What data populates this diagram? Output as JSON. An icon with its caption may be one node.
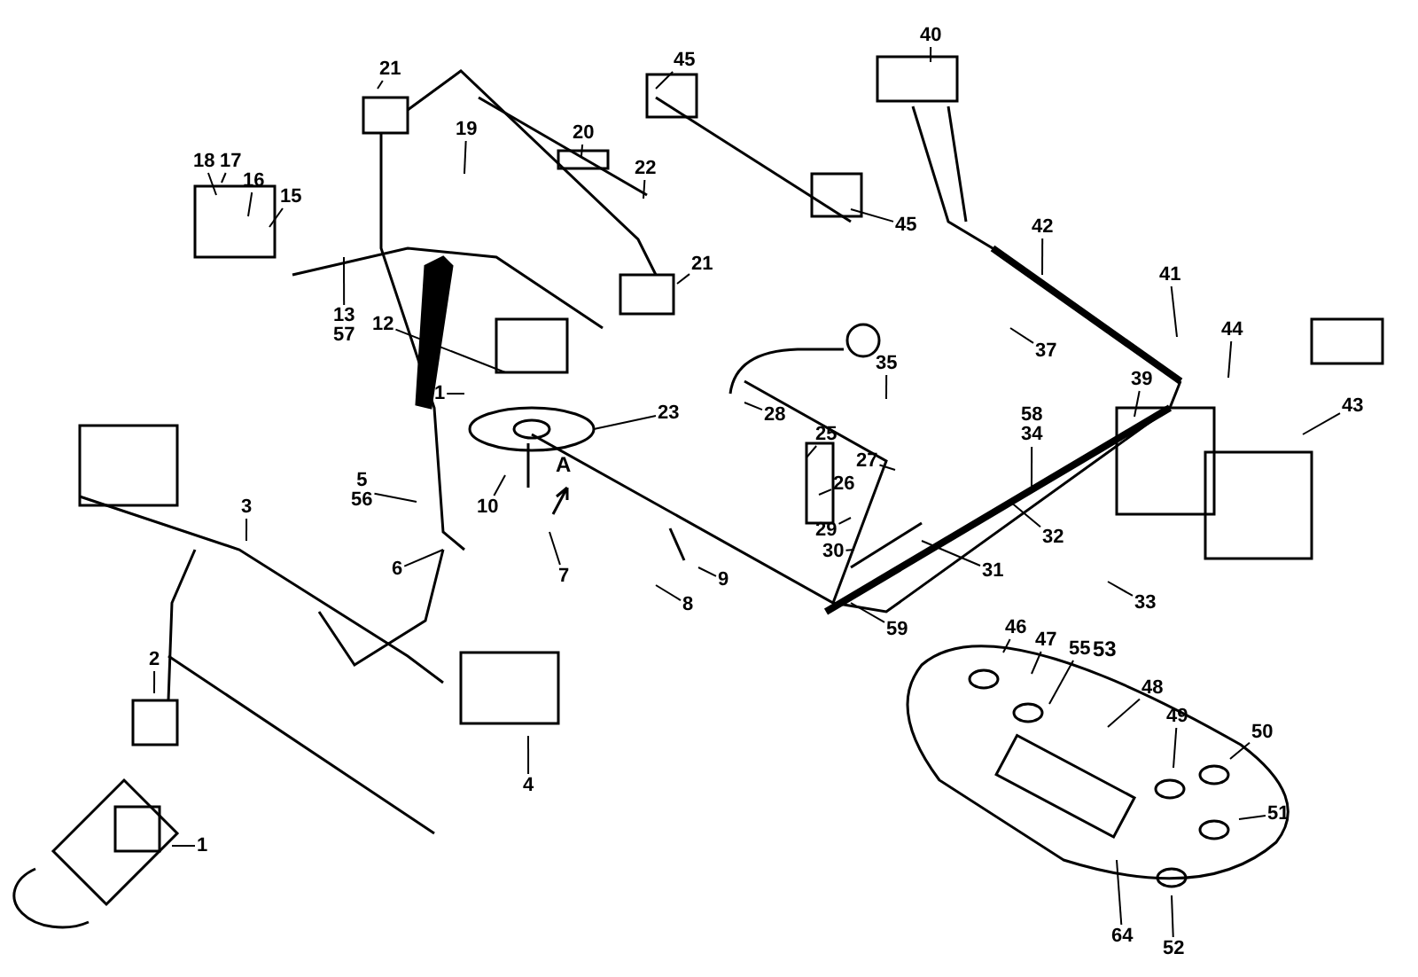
{
  "diagram": {
    "nodes": [
      {
        "text": [
          "21"
        ]
      },
      {
        "text": [
          "19"
        ]
      },
      {
        "text": [
          "20"
        ]
      },
      {
        "text": [
          "45"
        ]
      },
      {
        "text": [
          "40"
        ]
      },
      {
        "text": [
          "18"
        ]
      },
      {
        "text": [
          "17"
        ]
      },
      {
        "text": [
          "16"
        ]
      },
      {
        "text": [
          "15"
        ]
      },
      {
        "text": [
          "22"
        ]
      },
      {
        "text": [
          "45"
        ]
      },
      {
        "text": [
          "21"
        ]
      },
      {
        "text": [
          "42"
        ]
      },
      {
        "text": [
          "13",
          "57"
        ]
      },
      {
        "text": [
          "12"
        ]
      },
      {
        "text": [
          "1"
        ]
      },
      {
        "text": [
          "41"
        ]
      },
      {
        "text": [
          "44"
        ]
      },
      {
        "text": [
          "37"
        ]
      },
      {
        "text": [
          "35"
        ]
      },
      {
        "text": [
          "28"
        ]
      },
      {
        "text": [
          "23"
        ]
      },
      {
        "text": [
          "39"
        ]
      },
      {
        "text": [
          "43"
        ]
      },
      {
        "text": [
          "58",
          "34"
        ]
      },
      {
        "text": [
          "25"
        ]
      },
      {
        "text": [
          "26"
        ]
      },
      {
        "text": [
          "27"
        ]
      },
      {
        "text": [
          "5",
          "56"
        ]
      },
      {
        "text": [
          "10"
        ]
      },
      {
        "text": [
          "29"
        ]
      },
      {
        "text": [
          "30"
        ]
      },
      {
        "text": [
          "31"
        ]
      },
      {
        "text": [
          "32"
        ]
      },
      {
        "text": [
          "6"
        ]
      },
      {
        "text": [
          "7"
        ]
      },
      {
        "text": [
          "9"
        ]
      },
      {
        "text": [
          "8"
        ]
      },
      {
        "text": [
          "3"
        ]
      },
      {
        "text": [
          "33"
        ]
      },
      {
        "text": [
          "59"
        ]
      },
      {
        "text": [
          "2"
        ]
      },
      {
        "text": [
          "4"
        ]
      },
      {
        "text": [
          "46"
        ]
      },
      {
        "text": [
          "47"
        ]
      },
      {
        "text": [
          "55"
        ]
      },
      {
        "text": [
          "48"
        ]
      },
      {
        "text": [
          "49"
        ]
      },
      {
        "text": [
          "50"
        ]
      },
      {
        "text": [
          "51"
        ]
      },
      {
        "text": [
          "1"
        ]
      },
      {
        "text": [
          "64"
        ]
      },
      {
        "text": [
          "52"
        ]
      }
    ],
    "edges": [
      {
        "from": 0,
        "to": null,
        "arrow": "none"
      },
      {
        "from": 1,
        "to": null,
        "arrow": "none"
      },
      {
        "from": 2,
        "to": null,
        "arrow": "none"
      },
      {
        "from": 3,
        "to": null,
        "arrow": "none"
      },
      {
        "from": 4,
        "to": null,
        "arrow": "none"
      },
      {
        "from": 5,
        "to": null,
        "arrow": "none"
      },
      {
        "from": 6,
        "to": null,
        "arrow": "none"
      },
      {
        "from": 7,
        "to": null,
        "arrow": "none"
      },
      {
        "from": 8,
        "to": null,
        "arrow": "none"
      },
      {
        "from": 9,
        "to": null,
        "arrow": "none"
      },
      {
        "from": 10,
        "to": null,
        "arrow": "none"
      },
      {
        "from": 11,
        "to": null,
        "arrow": "none"
      },
      {
        "from": 12,
        "to": null,
        "arrow": "none"
      },
      {
        "from": 13,
        "to": null,
        "arrow": "none"
      },
      {
        "from": 14,
        "to": null,
        "arrow": "none"
      },
      {
        "from": 15,
        "to": null,
        "arrow": "none"
      },
      {
        "from": 16,
        "to": null,
        "arrow": "none"
      },
      {
        "from": 17,
        "to": null,
        "arrow": "none"
      },
      {
        "from": 18,
        "to": null,
        "arrow": "none"
      },
      {
        "from": 19,
        "to": null,
        "arrow": "none"
      },
      {
        "from": 20,
        "to": null,
        "arrow": "none"
      },
      {
        "from": 21,
        "to": null,
        "arrow": "none"
      },
      {
        "from": 22,
        "to": null,
        "arrow": "none"
      },
      {
        "from": 23,
        "to": null,
        "arrow": "none"
      },
      {
        "from": 24,
        "to": null,
        "arrow": "none"
      },
      {
        "from": 25,
        "to": null,
        "arrow": "none"
      },
      {
        "from": 26,
        "to": null,
        "arrow": "none"
      },
      {
        "from": 27,
        "to": null,
        "arrow": "none"
      },
      {
        "from": 28,
        "to": null,
        "arrow": "none"
      },
      {
        "from": 29,
        "to": null,
        "arrow": "none"
      },
      {
        "from": 30,
        "to": null,
        "arrow": "none"
      },
      {
        "from": 31,
        "to": null,
        "arrow": "none"
      },
      {
        "from": 32,
        "to": null,
        "arrow": "none"
      },
      {
        "from": 33,
        "to": null,
        "arrow": "none"
      },
      {
        "from": 34,
        "to": null,
        "arrow": "none"
      },
      {
        "from": 35,
        "to": null,
        "arrow": "none"
      },
      {
        "from": 36,
        "to": null,
        "arrow": "none"
      },
      {
        "from": 37,
        "to": null,
        "arrow": "none"
      },
      {
        "from": 38,
        "to": null,
        "arrow": "none"
      },
      {
        "from": 39,
        "to": null,
        "arrow": "none"
      },
      {
        "from": 40,
        "to": null,
        "arrow": "none"
      },
      {
        "from": 41,
        "to": null,
        "arrow": "none"
      },
      {
        "from": 42,
        "to": null,
        "arrow": "none"
      },
      {
        "from": 43,
        "to": null,
        "arrow": "none"
      },
      {
        "from": 44,
        "to": null,
        "arrow": "none"
      },
      {
        "from": 45,
        "to": null,
        "arrow": "none"
      },
      {
        "from": 46,
        "to": null,
        "arrow": "none"
      },
      {
        "from": 47,
        "to": null,
        "arrow": "none"
      },
      {
        "from": 48,
        "to": null,
        "arrow": "none"
      },
      {
        "from": 49,
        "to": null,
        "arrow": "none"
      },
      {
        "from": 50,
        "to": null,
        "arrow": "none"
      },
      {
        "from": 51,
        "to": null,
        "arrow": "none"
      },
      {
        "from": 52,
        "to": null,
        "arrow": "none"
      }
    ],
    "labels": [
      "A",
      "53"
    ]
  }
}
